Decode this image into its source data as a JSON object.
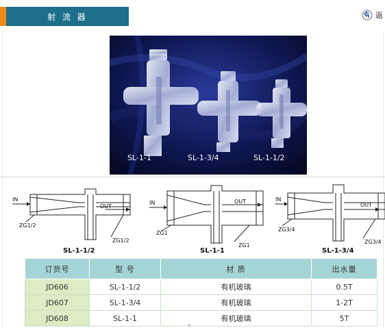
{
  "header": {
    "title": "射 流 器",
    "back_label": "返"
  },
  "photo": {
    "labels": [
      "SL-1-1",
      "SL-1-3/4",
      "SL-1-1/2"
    ]
  },
  "diagrams": [
    {
      "caption": "SL-1-1/2",
      "in_label": "IN",
      "out_label": "OUT",
      "left_label": "ZG1/2",
      "right_label": "ZG1/2"
    },
    {
      "caption": "SL-1-1",
      "in_label": "IN",
      "out_label": "OUT",
      "left_label": "ZG1",
      "right_label": "ZG1"
    },
    {
      "caption": "SL-1-3/4",
      "in_label": "IN",
      "out_label": "OUT",
      "left_label": "ZG3/4",
      "right_label": "ZG3/4"
    }
  ],
  "table": {
    "headers": [
      "订货号",
      "型 号",
      "材 质",
      "出水量"
    ],
    "rows": [
      [
        "JD606",
        "SL-1-1/2",
        "有机玻璃",
        "0.5T"
      ],
      [
        "JD607",
        "SL-1-3/4",
        "有机玻璃",
        "1-2T"
      ],
      [
        "JD608",
        "SL-1-1",
        "有机玻璃",
        "5T"
      ]
    ]
  },
  "colors": {
    "accent": "#ee8c1a",
    "header_bg": "#1d6f8c",
    "table_header": "#a5d4d6",
    "code_cell": "#dcecc4"
  }
}
